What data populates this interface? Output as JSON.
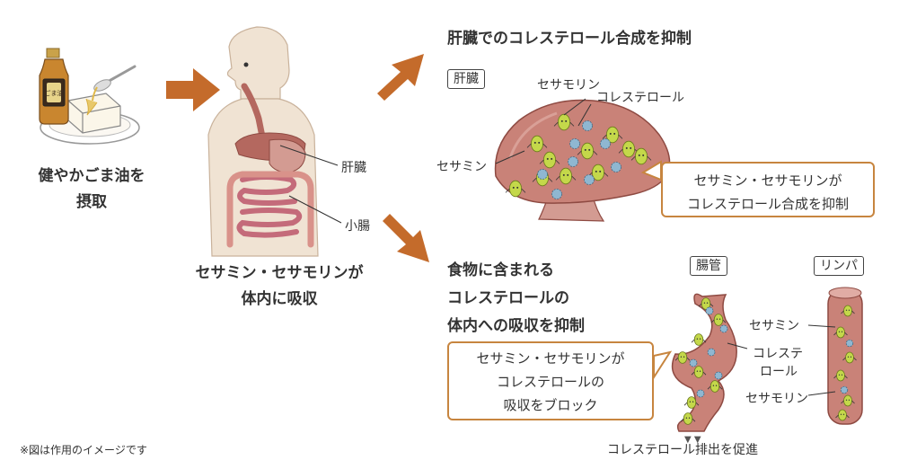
{
  "step1_caption_line1": "健やかごま油を",
  "step1_caption_line2": "摂取",
  "step2_caption_line1": "セサミン・セサモリンが",
  "step2_caption_line2": "体内に吸収",
  "body_label_liver": "肝臓",
  "body_label_small_intestine": "小腸",
  "liver_heading": "肝臓でのコレステロール合成を抑制",
  "liver_tag": "肝臓",
  "liver_label_sesamolin": "セサモリン",
  "liver_label_cholesterol": "コレステロール",
  "liver_label_sesamin": "セサミン",
  "liver_callout_line1": "セサミン・セサモリンが",
  "liver_callout_line2": "コレステロール合成を抑制",
  "gut_heading_line1": "食物に含まれる",
  "gut_heading_line2": "コレステロールの",
  "gut_heading_line3": "体内への吸収を抑制",
  "gut_tag_intestine": "腸管",
  "gut_tag_lymph": "リンパ",
  "gut_callout_line1": "セサミン・セサモリンが",
  "gut_callout_line2": "コレステロールの",
  "gut_callout_line3": "吸収をブロック",
  "gut_label_sesamin": "セサミン",
  "gut_label_cholesterol_line1": "コレステ",
  "gut_label_cholesterol_line2": "ロール",
  "gut_label_sesamolin": "セサモリン",
  "gut_excretion": "コレステロール排出を促進",
  "footnote": "※図は作用のイメージです",
  "bottle_label": "ごま油",
  "colors": {
    "arrow": "#c46b2b",
    "liver": "#b4685f",
    "liver_light": "#c98278",
    "body": "#f0e3d3",
    "callout_border": "#c7853f",
    "sesamin": "#c4d84a",
    "cholesterol": "#8fb7d1"
  }
}
